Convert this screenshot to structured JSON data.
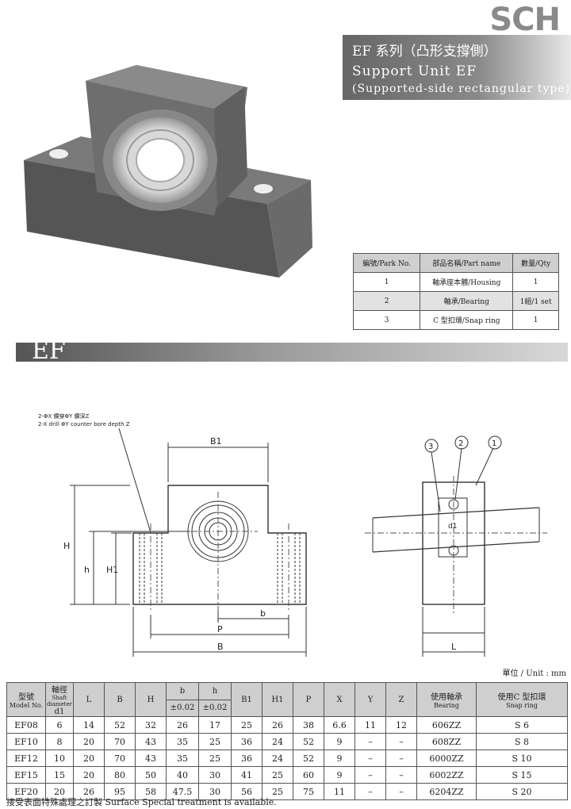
{
  "brand": "SCH",
  "title": {
    "line1": "EF 系列（凸形支撐側）",
    "line2": "Support Unit EF",
    "line3": "(Supported-side rectangular type)"
  },
  "parts_table": {
    "headers": [
      "編號/Park No.",
      "部品名稱/Part name",
      "數量/Qty"
    ],
    "rows": [
      [
        "1",
        "軸承座本體/Housing",
        "1"
      ],
      [
        "2",
        "軸承/Bearing",
        "1組/1 set"
      ],
      [
        "3",
        "C 型扣環/Snap ring",
        "1"
      ]
    ]
  },
  "section_label": "EF",
  "drawing": {
    "note_line1": "2-ΦX 鑽穿ΦY 鑽深Z",
    "note_line2": "2-X drill ΦY counter bore depth Z",
    "dims": {
      "B1": "B1",
      "H": "H",
      "h": "h",
      "H1": "H1",
      "b": "b",
      "P": "P",
      "B": "B",
      "L": "L",
      "d1": "d1"
    },
    "callouts": [
      "3",
      "2",
      "1"
    ]
  },
  "unit_label": "單位 / Unit : mm",
  "spec_table": {
    "header": {
      "model": "型號",
      "model_en": "Model No.",
      "d1": "軸徑",
      "d1_sub": "Shaft diameter",
      "d1_en": "d1",
      "L": "L",
      "B": "B",
      "H": "H",
      "b": "b",
      "b_tol": "±0.02",
      "h": "h",
      "h_tol": "±0.02",
      "B1": "B1",
      "H1": "H1",
      "P": "P",
      "X": "X",
      "Y": "Y",
      "Z": "Z",
      "bearing": "使用軸承",
      "bearing_en": "Bearing",
      "snap": "使用C 型扣環",
      "snap_en": "Snap ring"
    },
    "rows": [
      [
        "EF08",
        "6",
        "14",
        "52",
        "32",
        "26",
        "17",
        "25",
        "26",
        "38",
        "6.6",
        "11",
        "12",
        "606ZZ",
        "S 6"
      ],
      [
        "EF10",
        "8",
        "20",
        "70",
        "43",
        "35",
        "25",
        "36",
        "24",
        "52",
        "9",
        "–",
        "–",
        "608ZZ",
        "S 8"
      ],
      [
        "EF12",
        "10",
        "20",
        "70",
        "43",
        "35",
        "25",
        "36",
        "24",
        "52",
        "9",
        "–",
        "–",
        "6000ZZ",
        "S 10"
      ],
      [
        "EF15",
        "15",
        "20",
        "80",
        "50",
        "40",
        "30",
        "41",
        "25",
        "60",
        "9",
        "–",
        "–",
        "6002ZZ",
        "S 15"
      ],
      [
        "EF20",
        "20",
        "26",
        "95",
        "58",
        "47.5",
        "30",
        "56",
        "25",
        "75",
        "11",
        "–",
        "–",
        "6204ZZ",
        "S 20"
      ]
    ]
  },
  "footer": "接受表面特殊處理之訂製 Surface Special treatment is available."
}
